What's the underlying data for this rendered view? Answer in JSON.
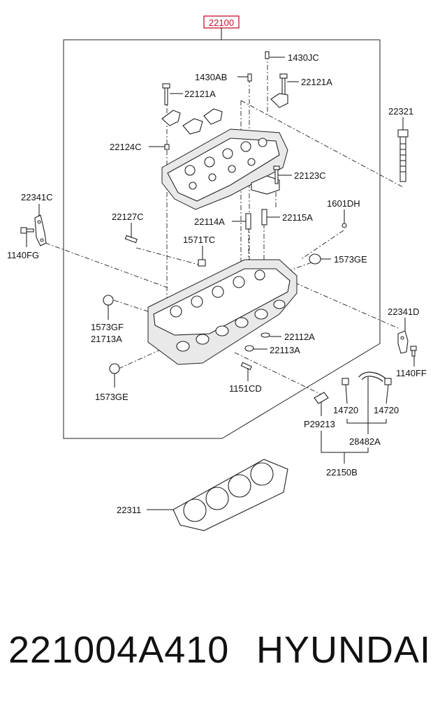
{
  "diagram": {
    "assembly_label": "22100",
    "labels": {
      "p1430JC": "1430JC",
      "p1430AB": "1430AB",
      "p22121A_left": "22121A",
      "p22121A_right": "22121A",
      "p22321": "22321",
      "p22124C": "22124C",
      "p22123C": "22123C",
      "p22341C": "22341C",
      "p1140FG": "1140FG",
      "p1601DH": "1601DH",
      "p22127C": "22127C",
      "p22114A": "22114A",
      "p22115A": "22115A",
      "p1571TC": "1571TC",
      "p1573GE_top": "1573GE",
      "p1573GF": "1573GF",
      "p21713A": "21713A",
      "p22112A": "22112A",
      "p22113A": "22113A",
      "p22341D": "22341D",
      "p1140FF": "1140FF",
      "p1573GE_bottom": "1573GE",
      "p1151CD": "1151CD",
      "p14720_left": "14720",
      "p14720_right": "14720",
      "pP29213": "P29213",
      "p28482A": "28482A",
      "p22150B": "22150B",
      "p22311": "22311"
    }
  },
  "footer": {
    "part_number": "221004A410",
    "brand": "HYUNDAI"
  }
}
